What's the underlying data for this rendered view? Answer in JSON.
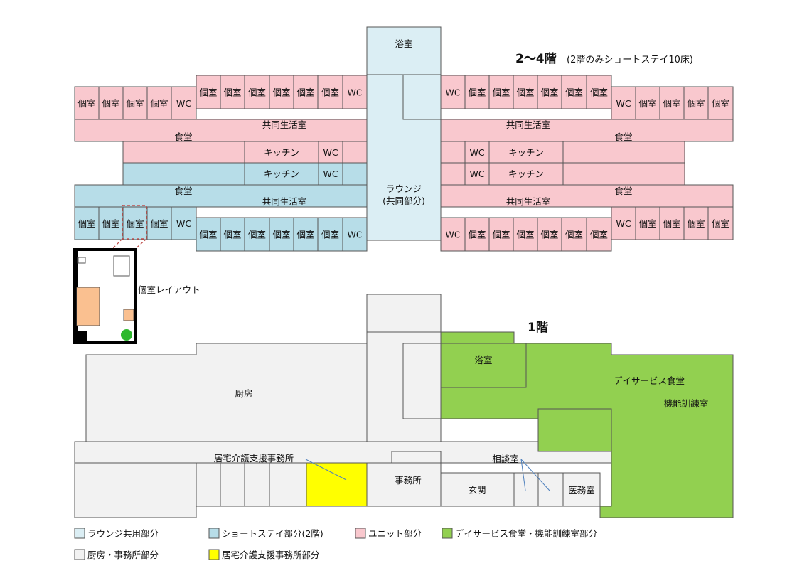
{
  "colors": {
    "lounge": "#dbeef4",
    "short_stay": "#b7dde8",
    "unit": "#f9c8ce",
    "day_service": "#92d050",
    "kitchen_office": "#f2f2f2",
    "home_care": "#ffff00",
    "outline": "#555555",
    "private_room_outline": "#c0504d"
  },
  "headings": {
    "upper_floor": "2～4階",
    "upper_floor_note": "(2階のみショートステイ10床)",
    "ground_floor": "1階"
  },
  "upper": {
    "bath": "浴室",
    "lounge_line1": "ラウンジ",
    "lounge_line2": "(共同部分)",
    "room": "個室",
    "wc": "WC",
    "dining": "食堂",
    "living": "共同生活室",
    "kitchen": "キッチン",
    "room_layout_label": "個室レイアウト"
  },
  "ground": {
    "kitchen": "厨房",
    "bath": "浴室",
    "day_dining": "デイサービス食堂",
    "training": "機能訓練室",
    "home_care_office": "居宅介護支援事務所",
    "office": "事務所",
    "consultation": "相談室",
    "entrance": "玄関",
    "medical": "医務室"
  },
  "legend": {
    "lounge": "ラウンジ共用部分",
    "short_stay": "ショートステイ部分(2階)",
    "unit": "ユニット部分",
    "day_service": "デイサービス食堂・機能訓練室部分",
    "kitchen_office": "厨房・事務所部分",
    "home_care": "居宅介護支援事務所部分"
  }
}
